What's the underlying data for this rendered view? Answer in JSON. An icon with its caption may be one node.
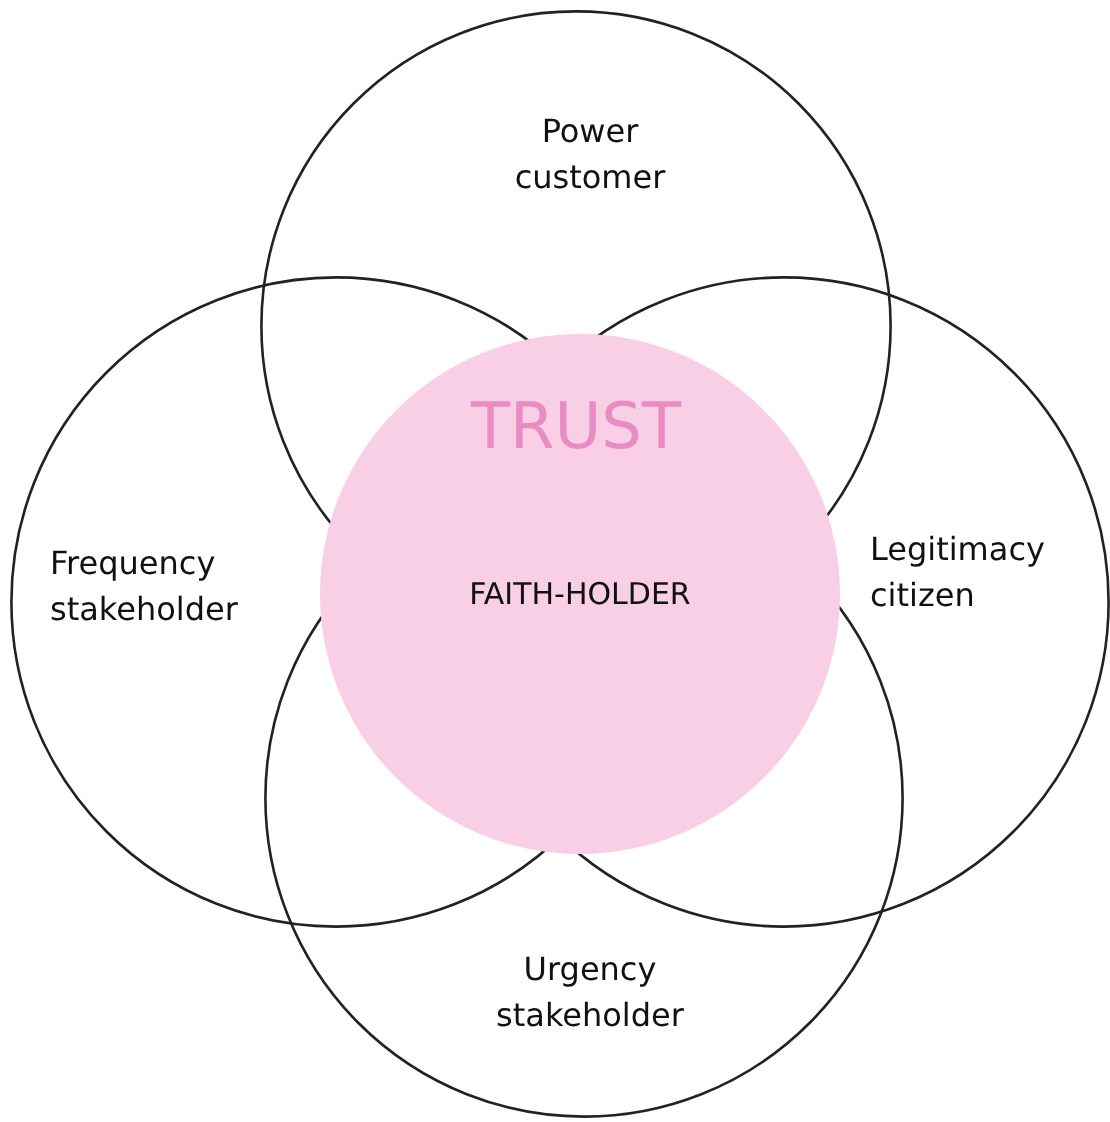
{
  "diagram": {
    "nodes": [
      {
        "text": [
          "Power customer"
        ]
      },
      {
        "text": [
          "Frequency stakeholder"
        ]
      },
      {
        "text": [
          "TRUST",
          "FAITH-HOLDER"
        ]
      },
      {
        "text": [
          "Legitimacy citizen"
        ]
      },
      {
        "text": [
          "Urgency stakeholder"
        ]
      }
    ]
  }
}
